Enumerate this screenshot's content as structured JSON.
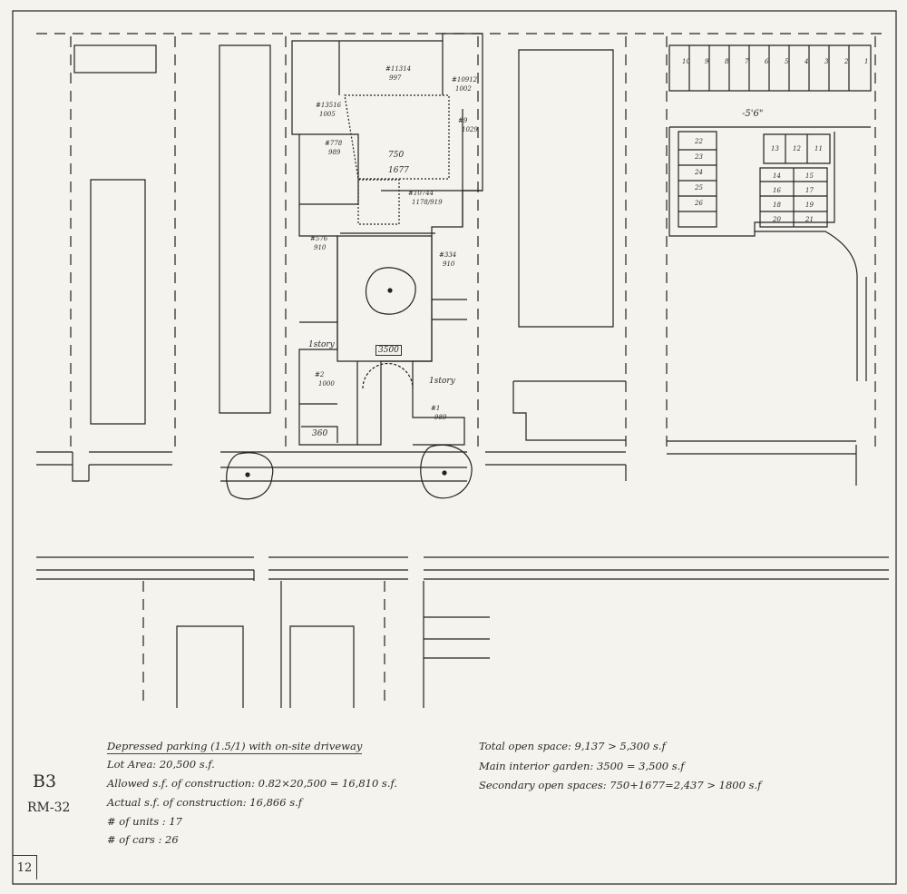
{
  "plan": {
    "unit_labels": [
      {
        "key": "u1",
        "l1": "#11314",
        "l2": "997"
      },
      {
        "key": "u2",
        "l1": "#10912",
        "l2": "1002"
      },
      {
        "key": "u3",
        "l1": "#13516",
        "l2": "1005"
      },
      {
        "key": "u4",
        "l1": "#9",
        "l2": "1029"
      },
      {
        "key": "u5",
        "l1": "#778",
        "l2": "989"
      },
      {
        "key": "u6",
        "l1": "#10744",
        "l2": "1178/919"
      },
      {
        "key": "u7",
        "l1": "#576",
        "l2": "910"
      },
      {
        "key": "u8",
        "l1": "#334",
        "l2": "910"
      },
      {
        "key": "u9",
        "l1": "#2",
        "l2": "1000"
      },
      {
        "key": "u10",
        "l1": "#1",
        "l2": "989"
      }
    ],
    "notes": {
      "patio_small": "750",
      "patio_mid": "1677",
      "garden": "3500",
      "front": "360",
      "storey_left": "1story",
      "storey_right": "1story",
      "level": "-5'6\""
    },
    "parking_top": [
      "10",
      "9",
      "8",
      "7",
      "6",
      "5",
      "4",
      "3",
      "2",
      "1"
    ],
    "parking_left": [
      "22",
      "23",
      "24",
      "25",
      "26"
    ],
    "parking_mid": [
      "13",
      "12",
      "11"
    ],
    "parking_grid": [
      "14",
      "15",
      "16",
      "17",
      "18",
      "19",
      "20",
      "21"
    ]
  },
  "notes_block": {
    "line1": "Depressed parking (1.5/1) with on-site driveway",
    "line2": "Lot Area: 20,500 s.f.",
    "line3": "Allowed s.f. of construction: 0.82×20,500 = 16,810 s.f.",
    "line4": "Actual s.f. of construction: 16,866 s.f",
    "line5": "# of units : 17",
    "line6": "# of cars : 26",
    "right1": "Total open space: 9,137 > 5,300 s.f",
    "right2": "Main interior garden: 3500 = 3,500 s.f",
    "right3": "Secondary open spaces: 750+1677=2,437 > 1800 s.f"
  },
  "sheet": {
    "code1": "B3",
    "code2": "RM-32",
    "page": "12"
  }
}
